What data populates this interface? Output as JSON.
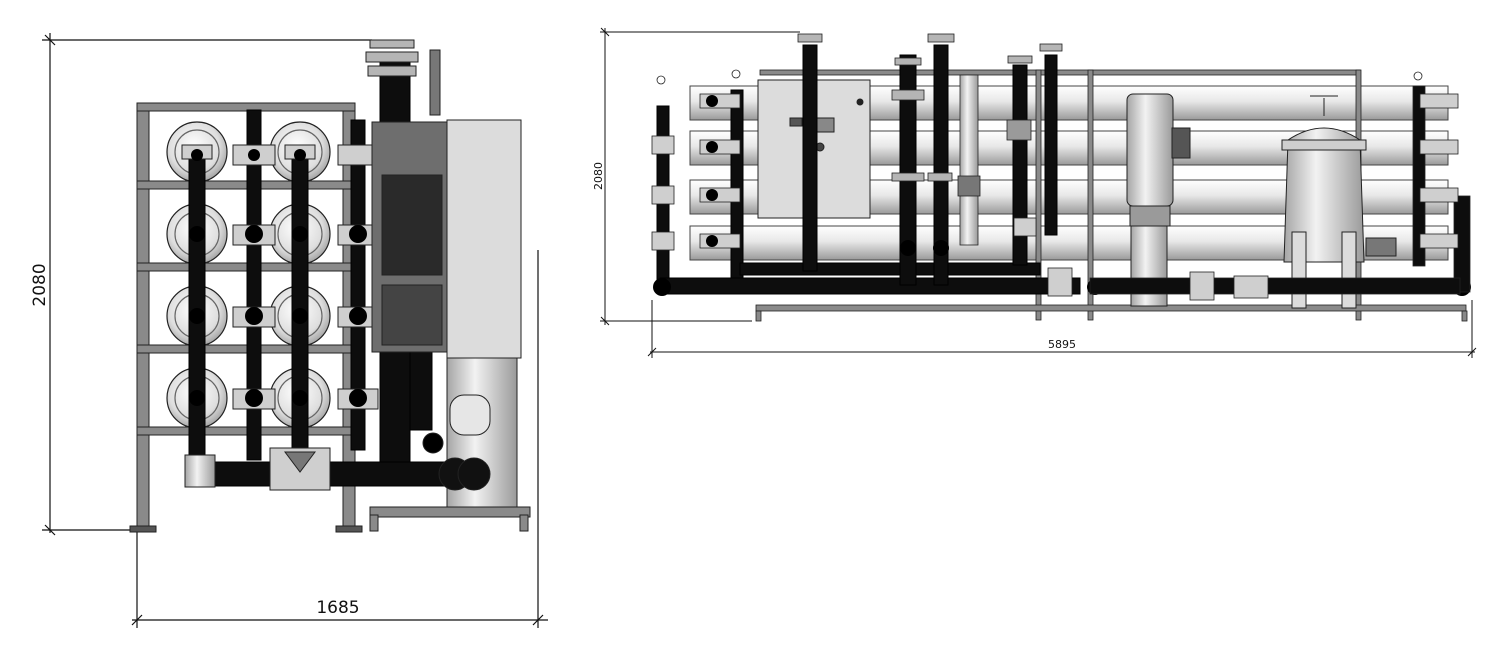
{
  "dimensions": {
    "side_height": "2080",
    "side_width": "1685",
    "front_height": "2080",
    "front_length": "5895"
  },
  "colors": {
    "line": "#111111",
    "pipe_dark": "#0d0d0d",
    "frame": "#7f7f7f",
    "metal_light": "#e4e4e4",
    "metal_mid": "#b9b9b9",
    "panel": "#dcdcdc"
  },
  "views": [
    {
      "name": "side-view",
      "content": "reverse osmosis skid, end elevation, 4 rows of membrane vessels"
    },
    {
      "name": "front-view",
      "content": "reverse osmosis skid, front elevation with control panel, pump, cartridge filter"
    }
  ]
}
